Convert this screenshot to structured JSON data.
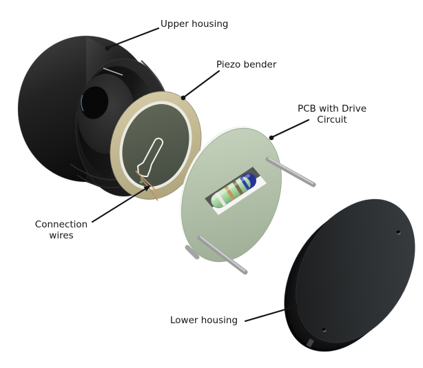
{
  "figure": {
    "kind": "exploded-assembly-diagram",
    "part_count": 5
  },
  "labels": {
    "upper_housing": {
      "text": "Upper housing"
    },
    "piezo_bender": {
      "text": "Piezo bender"
    },
    "pcb": {
      "line1": "PCB with Drive",
      "line2": "Circuit"
    },
    "connection_wires": {
      "line1": "Connection",
      "line2": "wires"
    },
    "lower_housing": {
      "text": "Lower housing"
    }
  },
  "colors": {
    "background": "#ffffff",
    "text": "#141414",
    "leader-line": "#151515",
    "housing-dark": "#1c1c1c",
    "piezo-brass-ring": "#c8bf99",
    "piezo-white-ring": "#eaeae2",
    "piezo-ceramic": "#586052",
    "electrode-trace": "#f1f1ea",
    "connection-wire": "#cf9868",
    "pcb-green": "#b5c4ac",
    "component-green": "#a8d8a2",
    "component-band-blue": "#2a3fb0",
    "pin-gray": "#9c9c9c",
    "lower-housing-face": "#2e3133"
  }
}
